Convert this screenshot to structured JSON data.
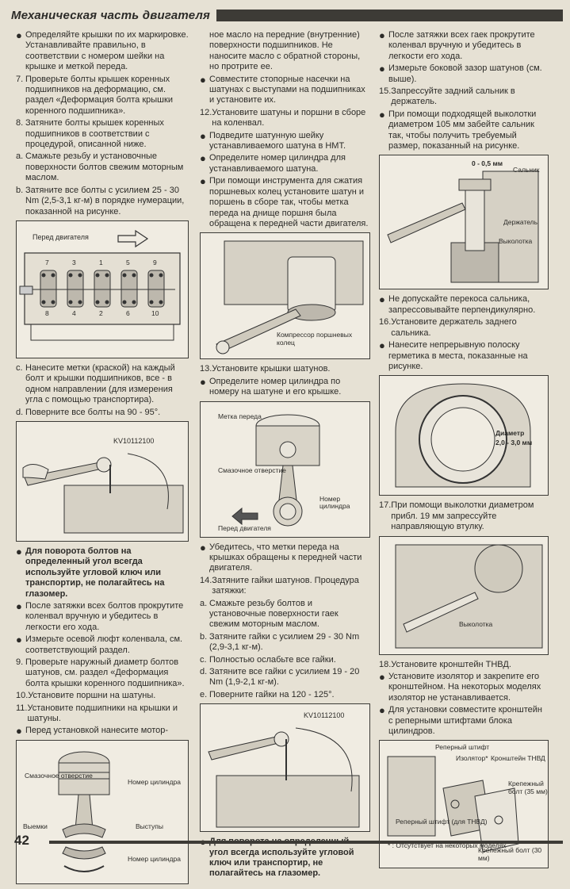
{
  "header": {
    "title": "Механическая часть двигателя"
  },
  "page_number": "42",
  "col1": {
    "paras1": [
      {
        "marker": "●",
        "text": "Определяйте крышки по их маркировке. Устанавливайте правильно, в соответствии с номером шейки на крышке и меткой переда."
      },
      {
        "marker": "7.",
        "text": "Проверьте болты крышек коренных подшипников на деформацию, см. раздел «Деформация болта крышки коренного подшипника»."
      },
      {
        "marker": "8.",
        "text": "Затяните болты крышек коренных подшипников в соответствии с процедурой, описанной ниже."
      },
      {
        "marker": "a.",
        "text": "Смажьте резьбу и установочные поверхности болтов свежим моторным маслом."
      },
      {
        "marker": "b.",
        "text": "Затяните все болты с усилием 25 - 30 Nm (2,5-3,1 кг-м) в порядке нумерации, показанной на рисунке."
      }
    ],
    "fig1": {
      "label": "Перед двигателя",
      "nums_top": [
        "7",
        "3",
        "1",
        "5",
        "9"
      ],
      "nums_bottom": [
        "8",
        "4",
        "2",
        "6",
        "10"
      ]
    },
    "paras2": [
      {
        "marker": "c.",
        "text": "Нанесите метки (краской) на каждый болт и крышки подшипников, все - в одном направлении (для измерения угла с помощью транспортира)."
      },
      {
        "marker": "d.",
        "text": "Поверните все болты на 90 - 95°."
      }
    ],
    "fig2": {
      "label": "KV10112100"
    },
    "paras3": [
      {
        "marker": "●",
        "text": "Для поворота болтов на определенный угол всегда используйте угловой ключ или транспортир, не полагайтесь на глазомер.",
        "bold": true
      },
      {
        "marker": "●",
        "text": "После затяжки всех болтов прокрутите коленвал вручную и убедитесь в легкости его хода."
      },
      {
        "marker": "●",
        "text": "Измерьте осевой люфт коленвала, см. соответствующий раздел."
      },
      {
        "marker": "9.",
        "text": "Проверьте наружный диаметр болтов шатунов, см. раздел «Деформация болта крышки коренного подшипника»."
      },
      {
        "marker": "10.",
        "text": "Установите поршни на шатуны."
      },
      {
        "marker": "11.",
        "text": "Установите подшипники на крышки и шатуны."
      },
      {
        "marker": "●",
        "text": "Перед установкой нанесите мотор-"
      }
    ],
    "fig3": {
      "l1": "Смазочное отверстие",
      "l2": "Номер цилиндра",
      "l3": "Выемки",
      "l4": "Выступы",
      "l5": "Номер цилиндра"
    }
  },
  "col2": {
    "paras1": [
      {
        "marker": "",
        "text": "ное масло на передние (внутренние) поверхности подшипников. Не наносите масло с обратной стороны, но протрите ее."
      },
      {
        "marker": "●",
        "text": "Совместите стопорные насечки на шатунах с выступами на подшипниках и установите их."
      },
      {
        "marker": "12.",
        "text": "Установите шатуны и поршни в сборе на коленвал."
      },
      {
        "marker": "●",
        "text": "Подведите шатунную шейку устанавливаемого шатуна в НМТ."
      },
      {
        "marker": "●",
        "text": "Определите номер цилиндра для устанавливаемого шатуна."
      },
      {
        "marker": "●",
        "text": "При помощи инструмента для сжатия поршневых колец установите шатун и поршень в сборе так, чтобы метка переда на днище поршня была обращена к передней части двигателя."
      }
    ],
    "fig4": {
      "label": "Компрессор поршневых колец"
    },
    "paras2": [
      {
        "marker": "13.",
        "text": "Установите крышки шатунов."
      },
      {
        "marker": "●",
        "text": "Определите номер цилиндра по номеру на шатуне и его крышке."
      }
    ],
    "fig5": {
      "l1": "Метка переда",
      "l2": "Смазочное отверстие",
      "l3": "Номер цилиндра",
      "l4": "Перед двигателя"
    },
    "paras3": [
      {
        "marker": "●",
        "text": "Убедитесь, что метки переда на крышках обращены к передней части двигателя."
      },
      {
        "marker": "14.",
        "text": "Затяните гайки шатунов. Процедура затяжки:"
      },
      {
        "marker": "a.",
        "text": "Смажьте резьбу болтов и установочные поверхности гаек свежим моторным маслом."
      },
      {
        "marker": "b.",
        "text": "Затяните гайки с усилием 29 - 30 Nm (2,9-3,1 кг-м)."
      },
      {
        "marker": "c.",
        "text": "Полностью ослабьте все гайки."
      },
      {
        "marker": "d.",
        "text": "Затяните все гайки с усилием 19 - 20 Nm (1,9-2,1 кг-м)."
      },
      {
        "marker": "e.",
        "text": "Поверните гайки на 120 - 125°."
      }
    ],
    "fig6": {
      "label": "KV10112100"
    },
    "paras4": [
      {
        "marker": "●",
        "text": "Для поворота на определенный угол всегда используйте угловой ключ или транспортир, не полагайтесь на глазомер.",
        "bold": true
      }
    ]
  },
  "col3": {
    "paras1": [
      {
        "marker": "●",
        "text": "После затяжки всех гаек прокрутите коленвал вручную и убедитесь в легкости его хода."
      },
      {
        "marker": "●",
        "text": "Измерьте боковой зазор шатунов (см. выше)."
      },
      {
        "marker": "15.",
        "text": "Запрессуйте задний сальник в держатель."
      },
      {
        "marker": "●",
        "text": "При помощи подходящей выколотки диаметром 105 мм забейте сальник так, чтобы получить требуемый размер, показанный на рисунке."
      }
    ],
    "fig7": {
      "l1": "0 - 0,5 мм",
      "l2": "Сальник",
      "l3": "Держатель",
      "l4": "Выколотка"
    },
    "paras2": [
      {
        "marker": "●",
        "text": "Не допускайте перекоса сальника, запрессовывайте перпендикулярно."
      },
      {
        "marker": "16.",
        "text": "Установите держатель заднего сальника."
      },
      {
        "marker": "●",
        "text": "Нанесите непрерывную полоску герметика в места, показанные на рисунке."
      }
    ],
    "fig8": {
      "l1": "Диаметр",
      "l2": "2,0 - 3,0 мм"
    },
    "paras3": [
      {
        "marker": "17.",
        "text": "При помощи выколотки диаметром прибл. 19 мм запрессуйте направляющую втулку."
      }
    ],
    "fig9": {
      "l1": "Выколотка"
    },
    "paras4": [
      {
        "marker": "18.",
        "text": "Установите кронштейн ТНВД."
      },
      {
        "marker": "●",
        "text": "Установите изолятор и закрепите его кронштейном. На некоторых моделях изолятор не устанавливается."
      },
      {
        "marker": "●",
        "text": "Для установки совместите кронштейн с реперными штифтами блока цилиндров."
      }
    ],
    "fig10": {
      "l1": "Реперный штифт",
      "l2": "Изолятор*",
      "l3": "Кронштейн ТНВД",
      "l4": "Крепежный болт (35 мм)",
      "l5": "Реперный штифт (для ТНВД)",
      "l6": "* : Отсутствует на некоторых моделях",
      "l7": "Крепежный болт (30 мм)"
    }
  }
}
